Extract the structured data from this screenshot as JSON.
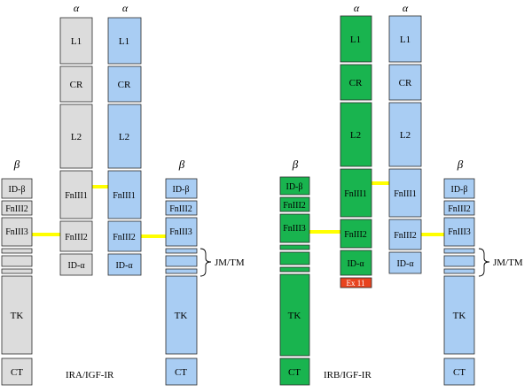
{
  "colors": {
    "gray": "#dcdcdc",
    "blue": "#a9cdf3",
    "green": "#19b44f",
    "red": "#e8431f",
    "yellow": "#ffff00",
    "stroke": "#2b2b2b"
  },
  "labels": {
    "alpha": "α",
    "beta": "β",
    "jmtm": "JM/TM",
    "ira_caption": "IRA/IGF-IR",
    "irb_caption": "IRB/IGF-IR"
  },
  "domains": {
    "L1": "L1",
    "CR": "CR",
    "L2": "L2",
    "FnIII1": "FnIII1",
    "FnIII2": "FnIII2",
    "FnIII3": "FnIII3",
    "ID_alpha": "ID-α",
    "ID_beta": "ID-β",
    "TK": "TK",
    "CT": "CT",
    "Ex11": "Ex 11"
  }
}
